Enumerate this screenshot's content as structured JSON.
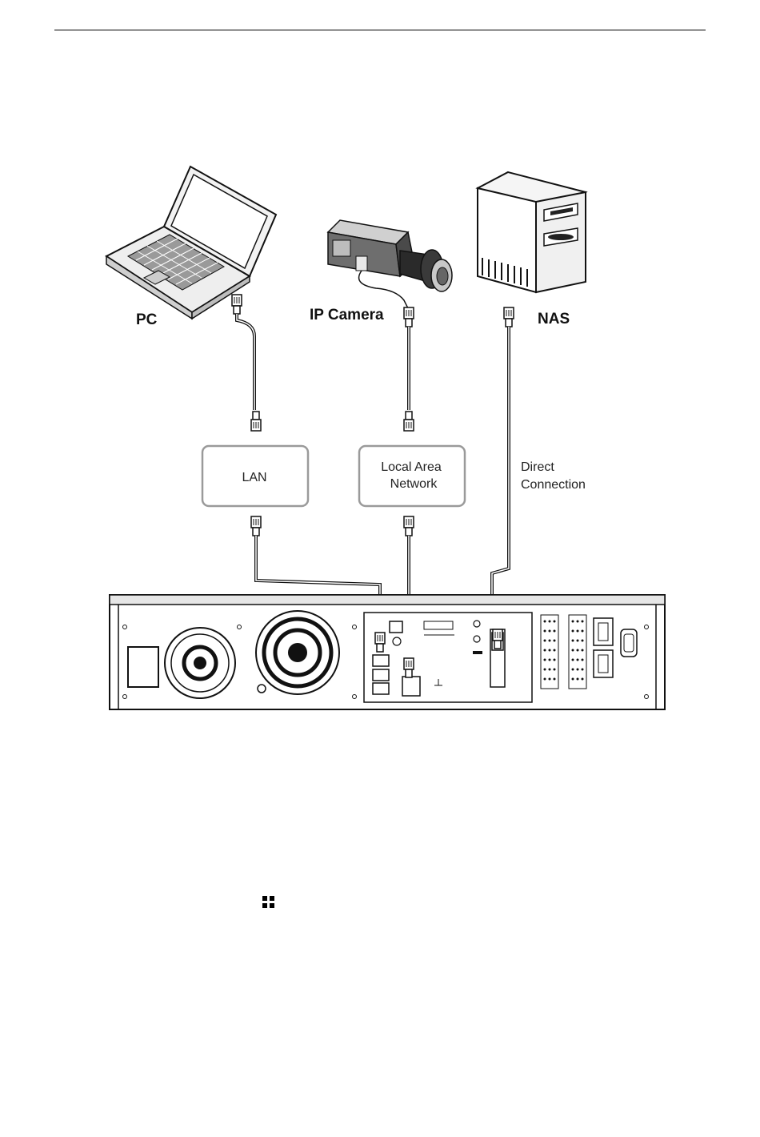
{
  "labels": {
    "pc": "PC",
    "ip_camera": "IP Camera",
    "nas": "NAS",
    "lan_box": "LAN",
    "local_area_line1": "Local Area",
    "local_area_line2": "Network",
    "direct_line1": "Direct",
    "direct_line2": "Connection"
  },
  "icons": {
    "footer": "menu-grid-icon"
  },
  "colors": {
    "line": "#111111",
    "box_border": "#9a9a9a",
    "device_gray": "#d9d9d9"
  }
}
